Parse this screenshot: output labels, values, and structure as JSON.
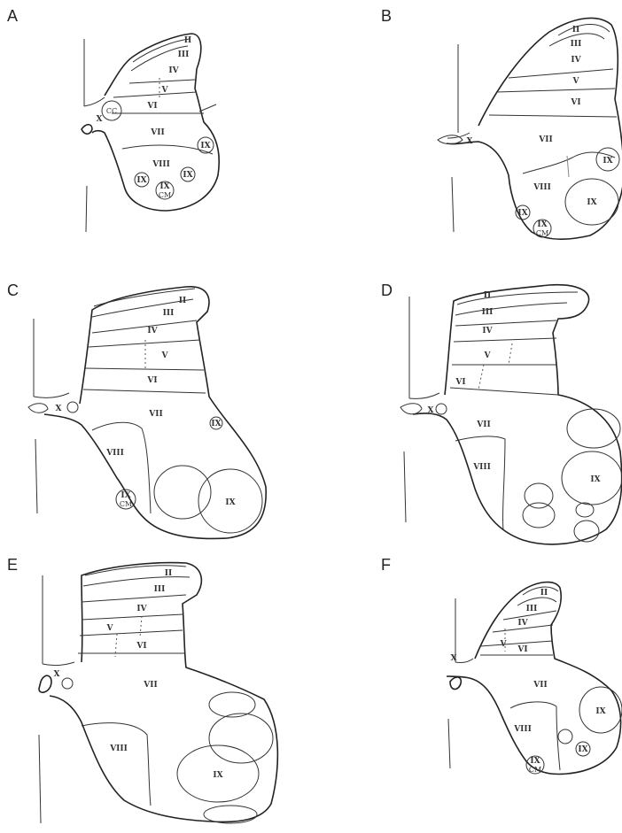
{
  "panels": [
    {
      "id": "A",
      "label": "A",
      "laminae": [
        {
          "k": "II",
          "t": "II"
        },
        {
          "k": "III",
          "t": "III"
        },
        {
          "k": "IV",
          "t": "IV"
        },
        {
          "k": "V",
          "t": "V"
        },
        {
          "k": "VI",
          "t": "VI"
        },
        {
          "k": "VII",
          "t": "VII"
        },
        {
          "k": "VIII",
          "t": "VIII"
        },
        {
          "k": "IXa",
          "t": "IX"
        },
        {
          "k": "IXb",
          "t": "IX"
        },
        {
          "k": "IXc",
          "t": "IX"
        },
        {
          "k": "IXcm",
          "t": "IX"
        },
        {
          "k": "CM",
          "t": "CM"
        },
        {
          "k": "X",
          "t": "X"
        },
        {
          "k": "CC",
          "t": "CC"
        }
      ]
    },
    {
      "id": "B",
      "label": "B",
      "laminae": [
        {
          "k": "II",
          "t": "II"
        },
        {
          "k": "III",
          "t": "III"
        },
        {
          "k": "IV",
          "t": "IV"
        },
        {
          "k": "V",
          "t": "V"
        },
        {
          "k": "VI",
          "t": "VI"
        },
        {
          "k": "VII",
          "t": "VII"
        },
        {
          "k": "VIII",
          "t": "VIII"
        },
        {
          "k": "IXa",
          "t": "IX"
        },
        {
          "k": "IXb",
          "t": "IX"
        },
        {
          "k": "IXc",
          "t": "IX"
        },
        {
          "k": "IXcm",
          "t": "IX"
        },
        {
          "k": "CM",
          "t": "CM"
        },
        {
          "k": "X",
          "t": "X"
        }
      ]
    },
    {
      "id": "C",
      "label": "C",
      "laminae": [
        {
          "k": "II",
          "t": "II"
        },
        {
          "k": "III",
          "t": "III"
        },
        {
          "k": "IV",
          "t": "IV"
        },
        {
          "k": "V",
          "t": "V"
        },
        {
          "k": "VI",
          "t": "VI"
        },
        {
          "k": "VII",
          "t": "VII"
        },
        {
          "k": "VIII",
          "t": "VIII"
        },
        {
          "k": "IXa",
          "t": "IX"
        },
        {
          "k": "IXb",
          "t": "IX"
        },
        {
          "k": "IXcm",
          "t": "IX"
        },
        {
          "k": "CM",
          "t": "CM"
        },
        {
          "k": "X",
          "t": "X"
        }
      ]
    },
    {
      "id": "D",
      "label": "D",
      "laminae": [
        {
          "k": "II",
          "t": "II"
        },
        {
          "k": "III",
          "t": "III"
        },
        {
          "k": "IV",
          "t": "IV"
        },
        {
          "k": "V",
          "t": "V"
        },
        {
          "k": "VI",
          "t": "VI"
        },
        {
          "k": "VII",
          "t": "VII"
        },
        {
          "k": "VIII",
          "t": "VIII"
        },
        {
          "k": "IXa",
          "t": "IX"
        },
        {
          "k": "X",
          "t": "X"
        }
      ]
    },
    {
      "id": "E",
      "label": "E",
      "laminae": [
        {
          "k": "II",
          "t": "II"
        },
        {
          "k": "III",
          "t": "III"
        },
        {
          "k": "IV",
          "t": "IV"
        },
        {
          "k": "V",
          "t": "V"
        },
        {
          "k": "VI",
          "t": "VI"
        },
        {
          "k": "VII",
          "t": "VII"
        },
        {
          "k": "VIII",
          "t": "VIII"
        },
        {
          "k": "IXa",
          "t": "IX"
        },
        {
          "k": "X",
          "t": "X"
        }
      ]
    },
    {
      "id": "F",
      "label": "F",
      "laminae": [
        {
          "k": "II",
          "t": "II"
        },
        {
          "k": "III",
          "t": "III"
        },
        {
          "k": "IV",
          "t": "IV"
        },
        {
          "k": "V",
          "t": "V"
        },
        {
          "k": "VI",
          "t": "VI"
        },
        {
          "k": "VII",
          "t": "VII"
        },
        {
          "k": "VIII",
          "t": "VIII"
        },
        {
          "k": "IXa",
          "t": "IX"
        },
        {
          "k": "IXb",
          "t": "IX"
        },
        {
          "k": "IXcm",
          "t": "IX"
        },
        {
          "k": "CM",
          "t": "CM"
        },
        {
          "k": "X",
          "t": "X"
        }
      ]
    }
  ]
}
